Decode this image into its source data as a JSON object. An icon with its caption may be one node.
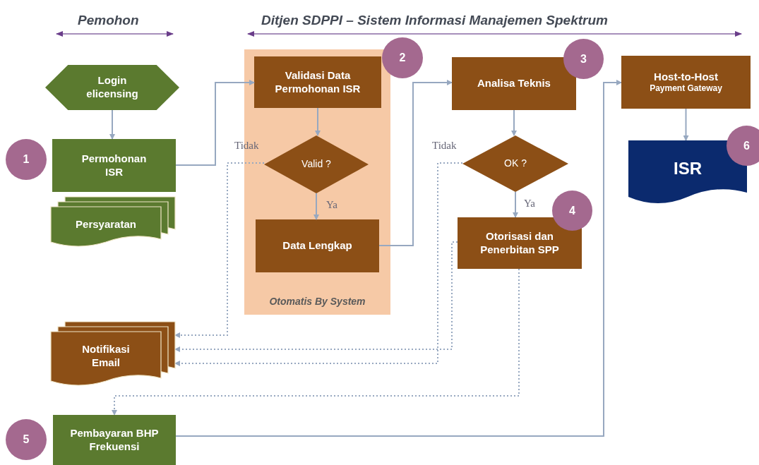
{
  "diagram": {
    "nodes": [
      {
        "text": [
          "Login elicensing"
        ]
      },
      {
        "text": [
          "1"
        ]
      },
      {
        "text": [
          "Permohonan ISR"
        ]
      },
      {
        "text": [
          "Persyaratan"
        ]
      },
      {
        "text": [
          "Otomatis By System"
        ]
      },
      {
        "text": [
          "2"
        ]
      },
      {
        "text": [
          "Validasi Data Permohonan ISR"
        ],
        "in": 4
      },
      {
        "text": [
          "Valid ?"
        ],
        "in": 4
      },
      {
        "text": [
          "Data Lengkap"
        ],
        "in": 4
      },
      {
        "text": [
          "Analisa Teknis"
        ]
      },
      {
        "text": [
          "3"
        ]
      },
      {
        "text": [
          "OK ?"
        ]
      },
      {
        "text": [
          "Otorisasi dan Penerbitan SPP"
        ]
      },
      {
        "text": [
          "4"
        ]
      },
      {
        "text": [
          "Host-to-Host",
          "Payment Gateway"
        ]
      },
      {
        "text": [
          "ISR"
        ]
      },
      {
        "text": [
          "6"
        ]
      },
      {
        "text": [
          "Notifikasi Email"
        ]
      },
      {
        "text": [
          "5"
        ]
      },
      {
        "text": [
          "Pembayaran BHP Frekuensi"
        ]
      }
    ],
    "edges": [
      {
        "from": 0,
        "to": 2,
        "arrow": "to"
      },
      {
        "from": 2,
        "to": 6,
        "arrow": "to"
      },
      {
        "from": 6,
        "to": 7,
        "arrow": "to"
      },
      {
        "from": 7,
        "to": 8,
        "arrow": "to",
        "label": "Ya"
      },
      {
        "from": 7,
        "to": 17,
        "arrow": "to",
        "label": "Tidak",
        "style": "dashed"
      },
      {
        "from": 8,
        "to": 9,
        "arrow": "to"
      },
      {
        "from": 9,
        "to": 11,
        "arrow": "to"
      },
      {
        "from": 11,
        "to": 12,
        "arrow": "to",
        "label": "Ya"
      },
      {
        "from": 11,
        "to": 17,
        "arrow": "to",
        "label": "Tidak",
        "style": "dashed"
      },
      {
        "from": 12,
        "to": 17,
        "arrow": "to",
        "style": "dashed"
      },
      {
        "from": 12,
        "to": 19,
        "arrow": "to",
        "style": "dashed"
      },
      {
        "from": 19,
        "to": 14,
        "arrow": "to"
      },
      {
        "from": 14,
        "to": 15,
        "arrow": "to"
      }
    ],
    "labels": [
      "Pemohon",
      "Ditjen SDPPI – Sistem Informasi Manajemen Spektrum"
    ]
  }
}
